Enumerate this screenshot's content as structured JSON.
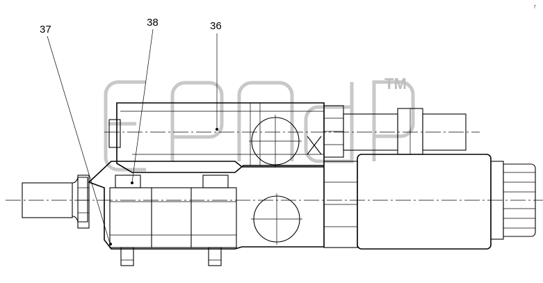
{
  "callouts": {
    "part_37": "37",
    "part_38": "38",
    "part_36": "36"
  },
  "watermark": {
    "text": "epcdp",
    "tm": "TM"
  },
  "corner_mark": "г"
}
